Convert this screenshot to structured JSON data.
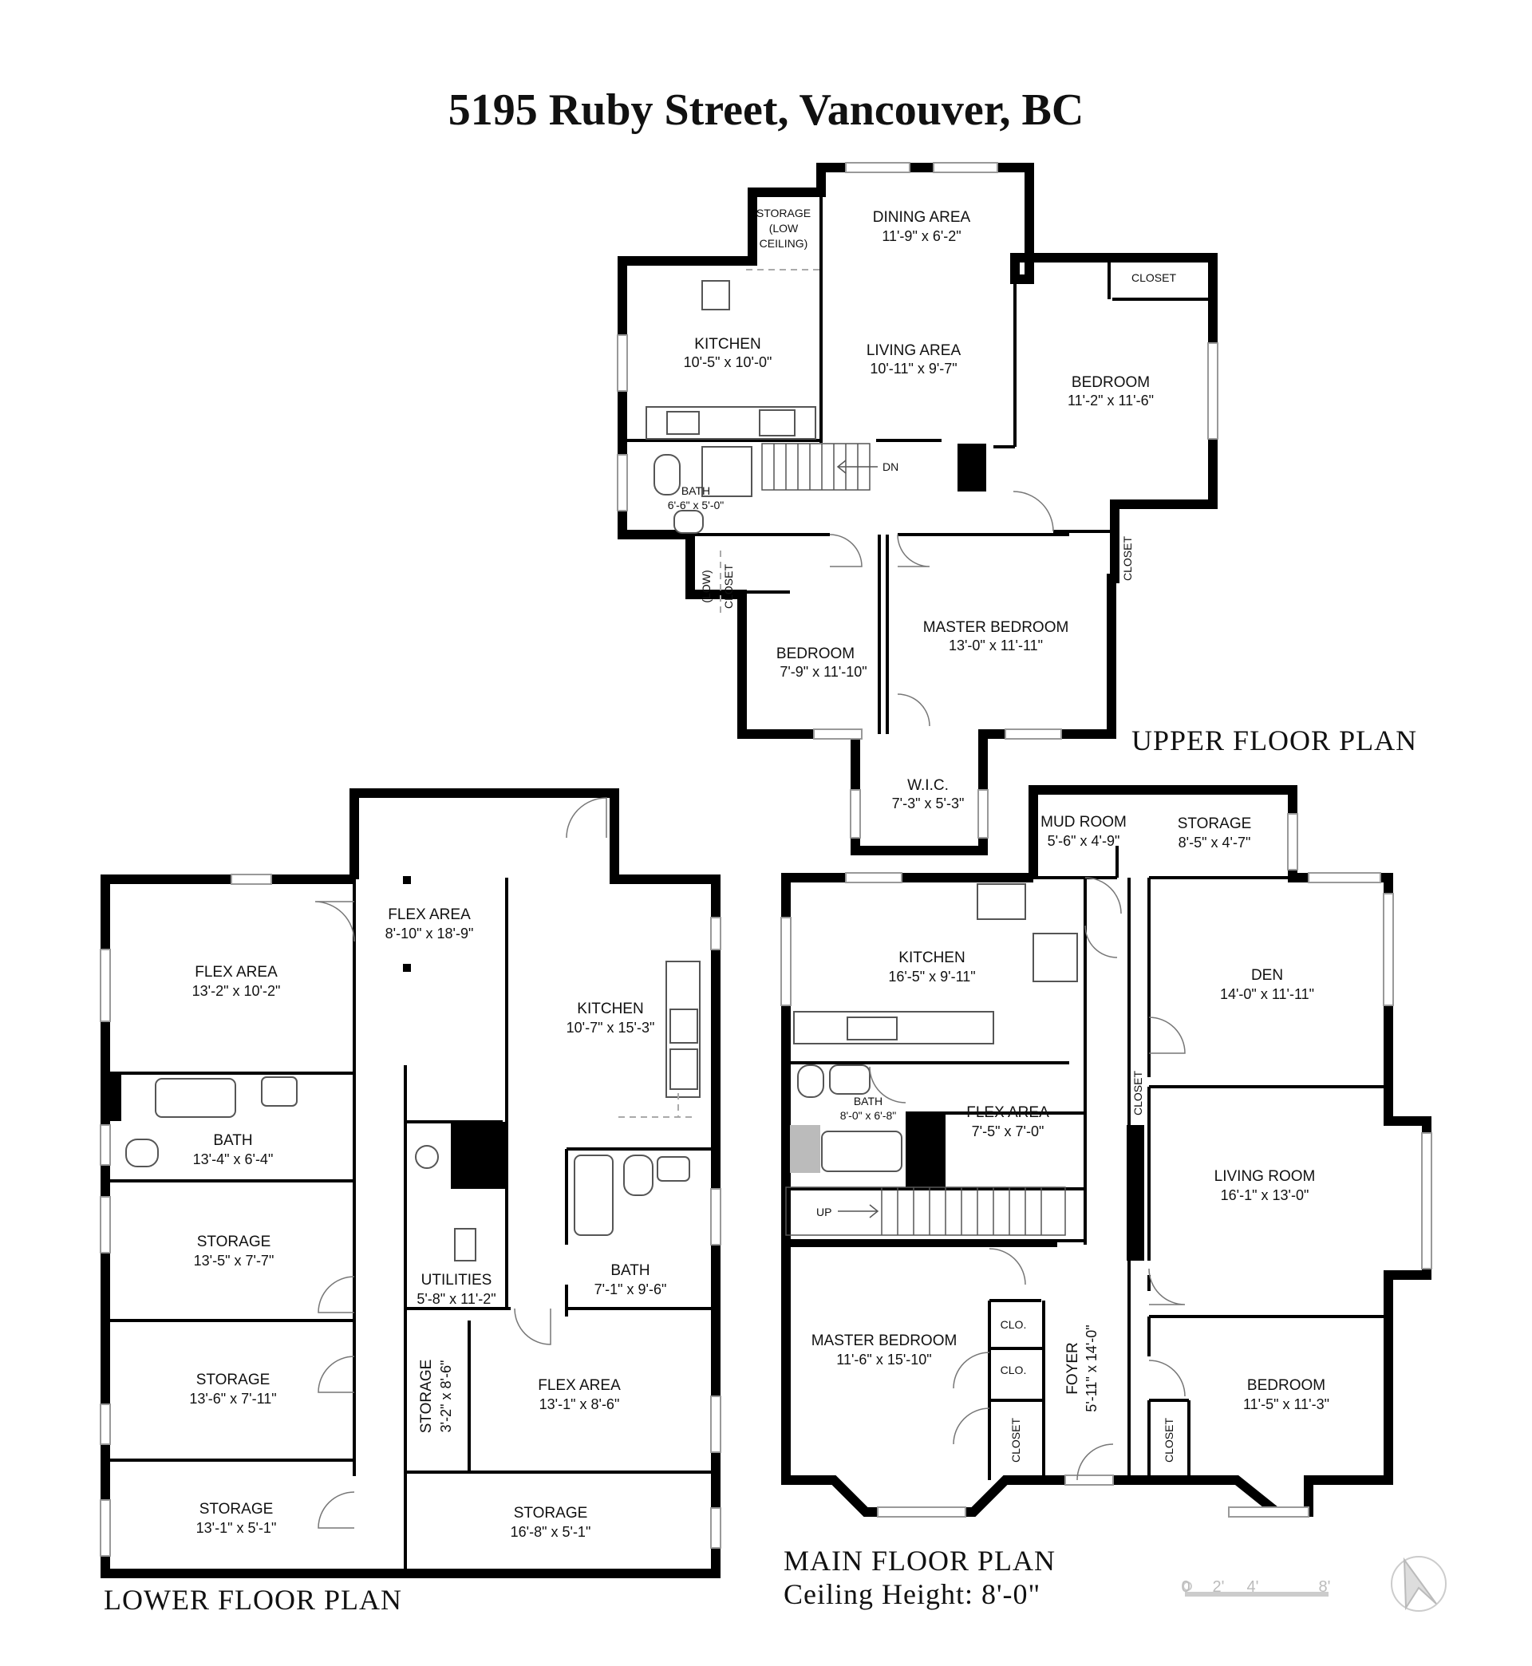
{
  "title": "5195 Ruby Street, Vancouver, BC",
  "upper": {
    "label": "UPPER FLOOR PLAN",
    "rooms": {
      "storage_low": {
        "name_1": "STORAGE",
        "name_2": "(LOW",
        "name_3": "CEILING)"
      },
      "dining": {
        "name": "DINING AREA",
        "dims": "11'-9\" x 6'-2\""
      },
      "closet_top": {
        "name": "CLOSET"
      },
      "kitchen": {
        "name": "KITCHEN",
        "dims": "10'-5\" x 10'-0\""
      },
      "living": {
        "name": "LIVING AREA",
        "dims": "10'-11\" x 9'-7\""
      },
      "bedroom_right": {
        "name": "BEDROOM",
        "dims": "11'-2\" x 11'-6\""
      },
      "bath": {
        "name": "BATH",
        "dims": "6'-6\" x 5'-0\""
      },
      "stair": {
        "label": "DN"
      },
      "closet_right": {
        "name": "CLOSET"
      },
      "closet_low": {
        "name_1": "(LOW)",
        "name_2": "CLOSET"
      },
      "master": {
        "name": "MASTER BEDROOM",
        "dims": "13'-0\" x 11'-11\""
      },
      "bedroom_left": {
        "name": "BEDROOM",
        "dims": "7'-9\" x 11'-10\""
      },
      "wic": {
        "name": "W.I.C.",
        "dims": "7'-3\" x 5'-3\""
      }
    }
  },
  "lower": {
    "label": "LOWER FLOOR PLAN",
    "rooms": {
      "flex_center": {
        "name": "FLEX AREA",
        "dims": "8'-10\" x 18'-9\""
      },
      "flex_left": {
        "name": "FLEX AREA",
        "dims": "13'-2\" x 10'-2\""
      },
      "kitchen": {
        "name": "KITCHEN",
        "dims": "10'-7\" x 15'-3\""
      },
      "bath_left": {
        "name": "BATH",
        "dims": "13'-4\" x 6'-4\""
      },
      "storage_1": {
        "name": "STORAGE",
        "dims": "13'-5\" x 7'-7\""
      },
      "utilities": {
        "name": "UTILITIES",
        "dims": "5'-8\" x 11'-2\""
      },
      "bath_right": {
        "name": "BATH",
        "dims": "7'-1\" x 9'-6\""
      },
      "storage_2": {
        "name": "STORAGE",
        "dims": "13'-6\" x 7'-11\""
      },
      "storage_vertical": {
        "name": "STORAGE",
        "dims": "3'-2\" x 8'-6\""
      },
      "flex_right": {
        "name": "FLEX AREA",
        "dims": "13'-1\" x 8'-6\""
      },
      "storage_3": {
        "name": "STORAGE",
        "dims": "13'-1\" x 5'-1\""
      },
      "storage_4": {
        "name": "STORAGE",
        "dims": "16'-8\" x 5'-1\""
      }
    }
  },
  "main": {
    "label": "MAIN FLOOR PLAN",
    "ceiling": "Ceiling Height: 8'-0\"",
    "rooms": {
      "mudroom": {
        "name": "MUD ROOM",
        "dims": "5'-6\" x 4'-9\""
      },
      "storage": {
        "name": "STORAGE",
        "dims": "8'-5\" x 4'-7\""
      },
      "kitchen": {
        "name": "KITCHEN",
        "dims": "16'-5\" x 9'-11\""
      },
      "den": {
        "name": "DEN",
        "dims": "14'-0\" x 11'-11\""
      },
      "bath": {
        "name": "BATH",
        "dims": "8'-0\" x 6'-8\""
      },
      "flex": {
        "name": "FLEX AREA",
        "dims": "7'-5\" x 7'-0\""
      },
      "closet_center": {
        "name": "CLOSET"
      },
      "living": {
        "name": "LIVING ROOM",
        "dims": "16'-1\" x 13'-0\""
      },
      "stair": {
        "label": "UP"
      },
      "master": {
        "name": "MASTER BEDROOM",
        "dims": "11'-6\" x 15'-10\""
      },
      "clo_1": {
        "name": "CLO."
      },
      "clo_2": {
        "name": "CLO."
      },
      "foyer": {
        "name": "FOYER",
        "dims": "5'-11\" x 14'-0\""
      },
      "bedroom": {
        "name": "BEDROOM",
        "dims": "11'-5\" x 11'-3\""
      },
      "closet_left": {
        "name": "CLOSET"
      },
      "closet_right": {
        "name": "CLOSET"
      }
    }
  },
  "scale": {
    "t0": "0",
    "t1": "2'",
    "t2": "4'",
    "t3": "8'"
  }
}
